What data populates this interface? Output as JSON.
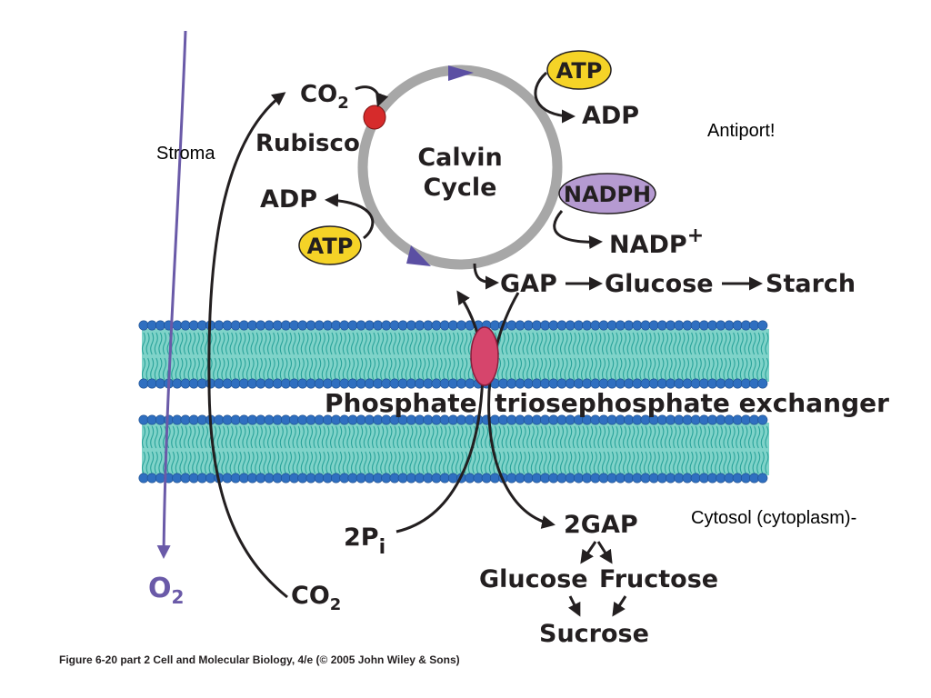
{
  "labels": {
    "stroma": "Stroma",
    "antiport": "Antiport!",
    "cytosol": "Cytosol (cytoplasm)-",
    "co2_top": "CO",
    "co2_top_sub": "2",
    "rubisco": "Rubisco",
    "calvin_line1": "Calvin",
    "calvin_line2": "Cycle",
    "atp_top": "ATP",
    "adp_top": "ADP",
    "nadph": "NADPH",
    "nadp": "NADP",
    "nadp_sup": "+",
    "adp_left": "ADP",
    "atp_left": "ATP",
    "gap": "GAP",
    "glucose_top": "Glucose",
    "starch": "Starch",
    "exchanger": "Phosphate  triosephosphate exchanger",
    "pi": "2P",
    "pi_sub": "i",
    "gap2": "2GAP",
    "glucose_bottom": "Glucose",
    "fructose": "Fructose",
    "sucrose": "Sucrose",
    "o2": "O",
    "o2_sub": "2",
    "co2_bottom": "CO",
    "co2_bottom_sub": "2",
    "caption": "Figure 6-20 part 2  Cell and Molecular Biology, 4/e (© 2005 John Wiley & Sons)"
  },
  "colors": {
    "atp_fill": "#f5d327",
    "nadph_fill": "#b59ad1",
    "transporter_fill": "#d6456c",
    "rubisco_fill": "#d62b2b",
    "membrane_head": "#2f6fc0",
    "membrane_tail": "#2aa39a",
    "o2_line": "#6a5aa8"
  }
}
